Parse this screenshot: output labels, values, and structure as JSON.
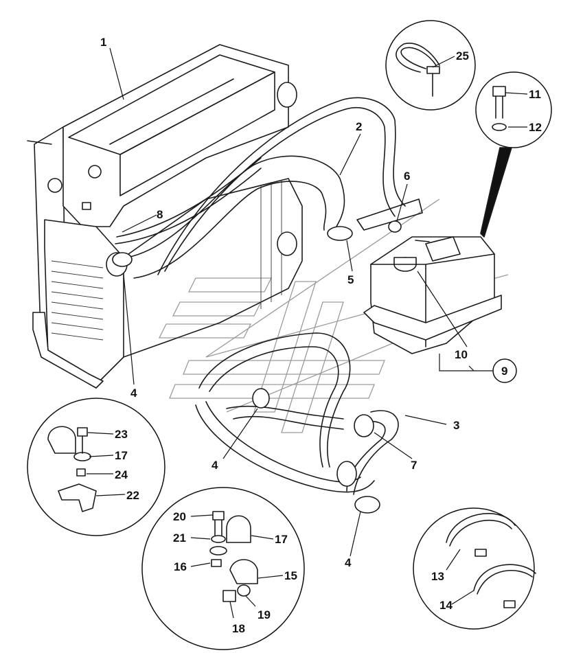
{
  "callouts": {
    "c1": "1",
    "c2": "2",
    "c3": "3",
    "c4a": "4",
    "c4b": "4",
    "c4c": "4",
    "c5": "5",
    "c6": "6",
    "c7": "7",
    "c8": "8",
    "c9": "9",
    "c10": "10",
    "c11": "11",
    "c12": "12",
    "c13": "13",
    "c14": "14",
    "c15": "15",
    "c16": "16",
    "c17a": "17",
    "c17b": "17",
    "c18": "18",
    "c19": "19",
    "c20": "20",
    "c21": "21",
    "c22": "22",
    "c23": "23",
    "c24": "24",
    "c25": "25"
  },
  "colors": {
    "line": "#1a1a1a",
    "watermark": "#9a9a9a",
    "background": "#ffffff"
  }
}
